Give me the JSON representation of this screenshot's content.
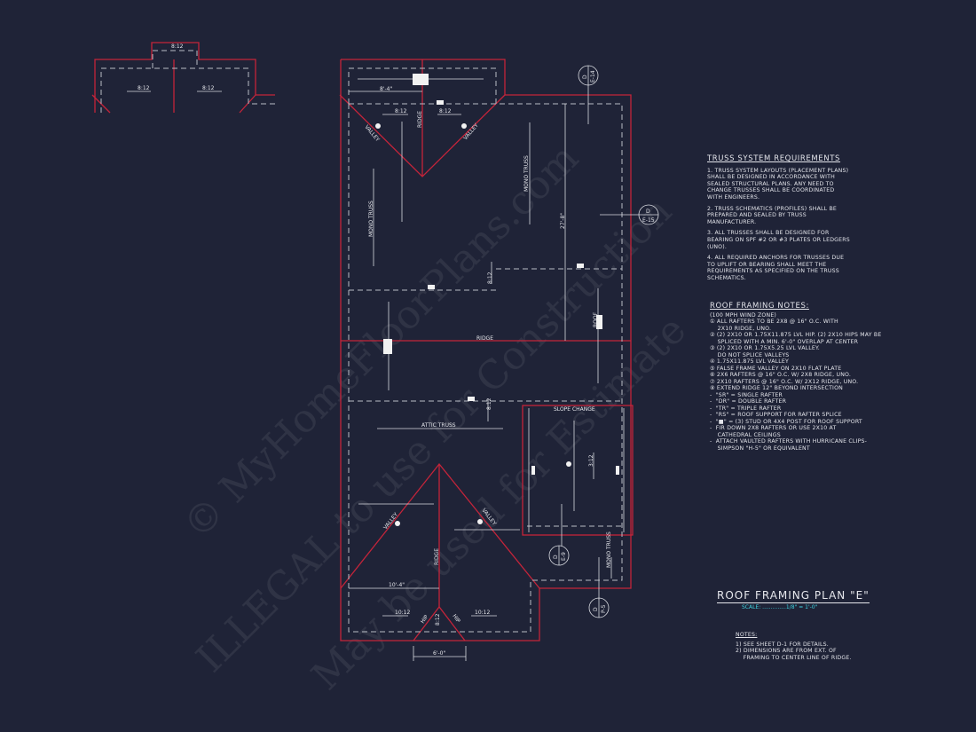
{
  "drawing": {
    "title": "ROOF FRAMING PLAN \"E\"",
    "scale": "SCALE: ..............1/8\" = 1'-0\"",
    "labels": {
      "tl_top": "8:12",
      "tl_left": "8:12",
      "tl_right": "8:12",
      "dim_top": "8'-4\"",
      "pitch_tl": "8:12",
      "pitch_tr": "8:12",
      "ridge_top": "RIDGE",
      "valley_1": "VALLEY",
      "valley_2": "VALLEY",
      "mono_1": "MONO TRUSS",
      "mono_2": "MONO TRUSS",
      "dim_27": "27'-8\"",
      "pitch_mid": "8:12",
      "ridge_main": "RIDGE",
      "roof": "ROOF",
      "pitch_mid2": "8:12",
      "attic": "ATTIC TRUSS",
      "slope_change": "SLOPE CHANGE",
      "pitch_3": "3:12",
      "valley_3": "VALLEY",
      "valley_4": "VALLEY",
      "ridge_bot": "RIDGE",
      "dim_10": "10'-4\"",
      "pitch_bl": "10:12",
      "pitch_br": "10:12",
      "hip_1": "HIP",
      "hip_2": "HIP",
      "pitch_bot": "8:12",
      "dim_6": "6'-0\"",
      "mono_3": "MONO TRUSS"
    },
    "callouts": [
      {
        "top": "D",
        "bottom": "E-14"
      },
      {
        "top": "D",
        "bottom": "E-15"
      },
      {
        "top": "D",
        "bottom": "E-9"
      },
      {
        "top": "D",
        "bottom": "P-5"
      }
    ],
    "colors": {
      "background": "#1f2337",
      "roof_lines": "#c4243a",
      "scale_text": "#3fd3e0"
    }
  },
  "truss_requirements": {
    "heading": "TRUSS SYSTEM REQUIREMENTS",
    "items": [
      [
        "1. TRUSS SYSTEM LAYOUTS (PLACEMENT PLANS)",
        "SHALL BE DESIGNED IN ACCORDANCE WITH",
        "SEALED STRUCTURAL PLANS. ANY NEED TO",
        "CHANGE TRUSSES SHALL BE COORDINATED",
        "WITH ENGINEERS."
      ],
      [
        "2. TRUSS SCHEMATICS (PROFILES) SHALL BE",
        "PREPARED AND SEALED BY TRUSS",
        "MANUFACTURER."
      ],
      [
        "3. ALL TRUSSES SHALL BE DESIGNED FOR",
        "BEARING ON SPF #2 OR #3 PLATES OR LEDGERS",
        "(UNO)."
      ],
      [
        "4. ALL REQUIRED ANCHORS FOR TRUSSES DUE",
        "TO UPLIFT OR BEARING SHALL MEET THE",
        "REQUIREMENTS AS SPECIFIED ON THE TRUSS",
        "SCHEMATICS."
      ]
    ]
  },
  "roof_framing_notes": {
    "heading": "ROOF FRAMING NOTES:",
    "lines": [
      "(100 MPH WIND ZONE)",
      "① ALL RAFTERS TO BE 2x8 @ 16\" O.C. WITH",
      "    2x10 RIDGE, UNO.",
      "② (2) 2x10 OR 1.75x11.875 LVL HIP. (2) 2x10 HIPS MAY BE",
      "    SPLICED WITH A MIN. 6'-0\" OVERLAP AT CENTER",
      "③ (2) 2x10 OR 1.75x5.25 LVL VALLEY.",
      "    DO NOT SPLICE VALLEYS",
      "④ 1.75x11.875 LVL VALLEY",
      "⑤ FALSE FRAME VALLEY ON 2x10 FLAT PLATE",
      "⑥ 2x6 RAFTERS @ 16\" O.C. W/ 2x8 RIDGE, UNO.",
      "⑦ 2x10 RAFTERS @ 16\" O.C. W/ 2x12 RIDGE, UNO.",
      "⑧ EXTEND RIDGE 12\" BEYOND INTERSECTION",
      "-  \"SR\" = SINGLE RAFTER",
      "-  \"DR\" = DOUBLE RAFTER",
      "-  \"TR\" = TRIPLE RAFTER",
      "-  \"RS\" = ROOF SUPPORT FOR RAFTER SPLICE",
      "-  \"■\" = (3) STUD OR 4x4 POST FOR ROOF SUPPORT",
      "-  FIR DOWN 2x8 RAFTERS OR USE 2x10 AT",
      "    CATHEDRAL CEILINGS",
      "-  ATTACH VAULTED RAFTERS WITH HURRICANE CLIPS-",
      "    SIMPSON \"H-5\" OR EQUIVALENT"
    ]
  },
  "notes": {
    "heading": "NOTES:",
    "lines": [
      "1) SEE SHEET D-1 FOR DETAILS.",
      "2) DIMENSIONS ARE FROM EXT. OF",
      "    FRAMING TO CENTER LINE OF RIDGE."
    ]
  },
  "watermark": [
    "© MyHomeFloorPlans.com",
    "ILLEGAL to use for Construction",
    "May be used for Estimate"
  ]
}
